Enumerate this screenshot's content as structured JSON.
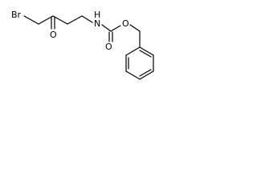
{
  "molecule": {
    "atoms": {
      "br": "Br",
      "o_ketone": "O",
      "nh": "N",
      "h_on_n": "H",
      "o_carbonyl": "O",
      "o_ester": "O"
    },
    "colors": {
      "bond": "#000000",
      "label": "#000000",
      "background": "#ffffff"
    }
  }
}
